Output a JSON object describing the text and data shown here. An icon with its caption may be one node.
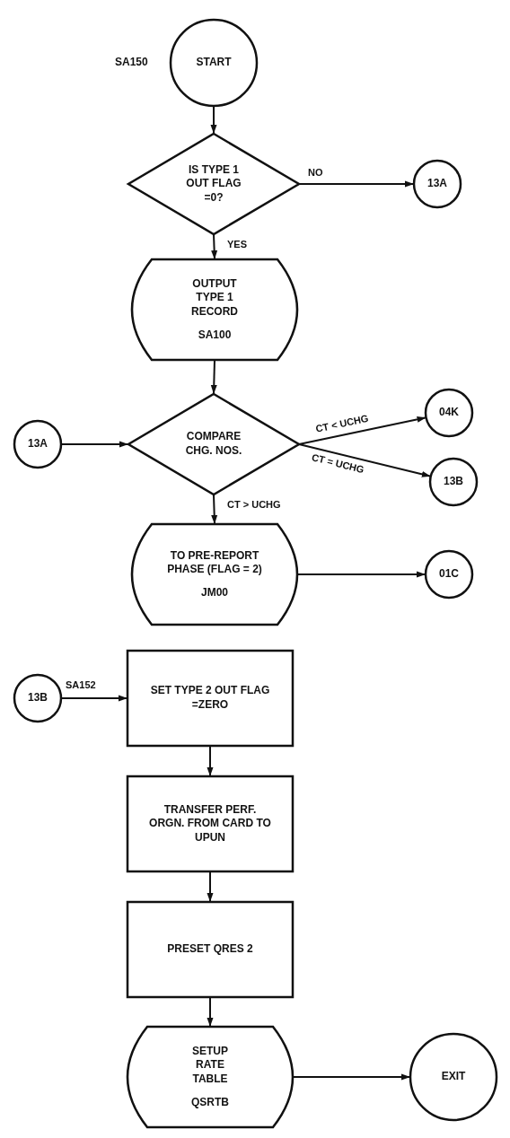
{
  "diagram": {
    "nodes": [
      {
        "text": [
          "START"
        ],
        "beside": [
          "SA150"
        ]
      },
      {
        "text": [
          "IS TYPE 1 OUT FLAG =0?"
        ]
      },
      {
        "text": [
          "13A"
        ]
      },
      {
        "text": [
          "OUTPUT TYPE 1 RECORD",
          "SA100"
        ]
      },
      {
        "text": [
          "COMPARE CHG. NOS."
        ]
      },
      {
        "text": [
          "13A"
        ]
      },
      {
        "text": [
          "04K"
        ]
      },
      {
        "text": [
          "13B"
        ]
      },
      {
        "text": [
          "TO PRE-REPORT PHASE (FLAG = 2)",
          "JM00"
        ]
      },
      {
        "text": [
          "01C"
        ]
      },
      {
        "text": [
          "13B"
        ]
      },
      {
        "text": [
          "SET TYPE 2 OUT FLAG =ZERO"
        ]
      },
      {
        "text": [
          "TRANSFER PERF. ORGN. FROM CARD TO UPUN"
        ]
      },
      {
        "text": [
          "PRESET QRES 2"
        ]
      },
      {
        "text": [
          "SETUP RATE TABLE",
          "QSRTB"
        ]
      },
      {
        "text": [
          "EXIT"
        ]
      }
    ],
    "edges": [
      {
        "from": 0,
        "to": 1,
        "arrow": "to"
      },
      {
        "from": 1,
        "to": 2,
        "arrow": "to",
        "label": "NO"
      },
      {
        "from": 1,
        "to": 3,
        "arrow": "to",
        "label": "YES"
      },
      {
        "from": 3,
        "to": 4,
        "arrow": "to"
      },
      {
        "from": 5,
        "to": 4,
        "arrow": "to"
      },
      {
        "from": 4,
        "to": 6,
        "arrow": "to",
        "label": "CT < UCHG"
      },
      {
        "from": 4,
        "to": 7,
        "arrow": "to",
        "label": "CT = UCHG"
      },
      {
        "from": 4,
        "to": 8,
        "arrow": "to",
        "label": "CT > UCHG"
      },
      {
        "from": 8,
        "to": 9,
        "arrow": "to"
      },
      {
        "from": 10,
        "to": 11,
        "arrow": "to",
        "label": "SA152"
      },
      {
        "from": 11,
        "to": 12,
        "arrow": "to"
      },
      {
        "from": 12,
        "to": 13,
        "arrow": "to"
      },
      {
        "from": 13,
        "to": 14,
        "arrow": "to"
      },
      {
        "from": 14,
        "to": 15,
        "arrow": "to"
      }
    ]
  }
}
